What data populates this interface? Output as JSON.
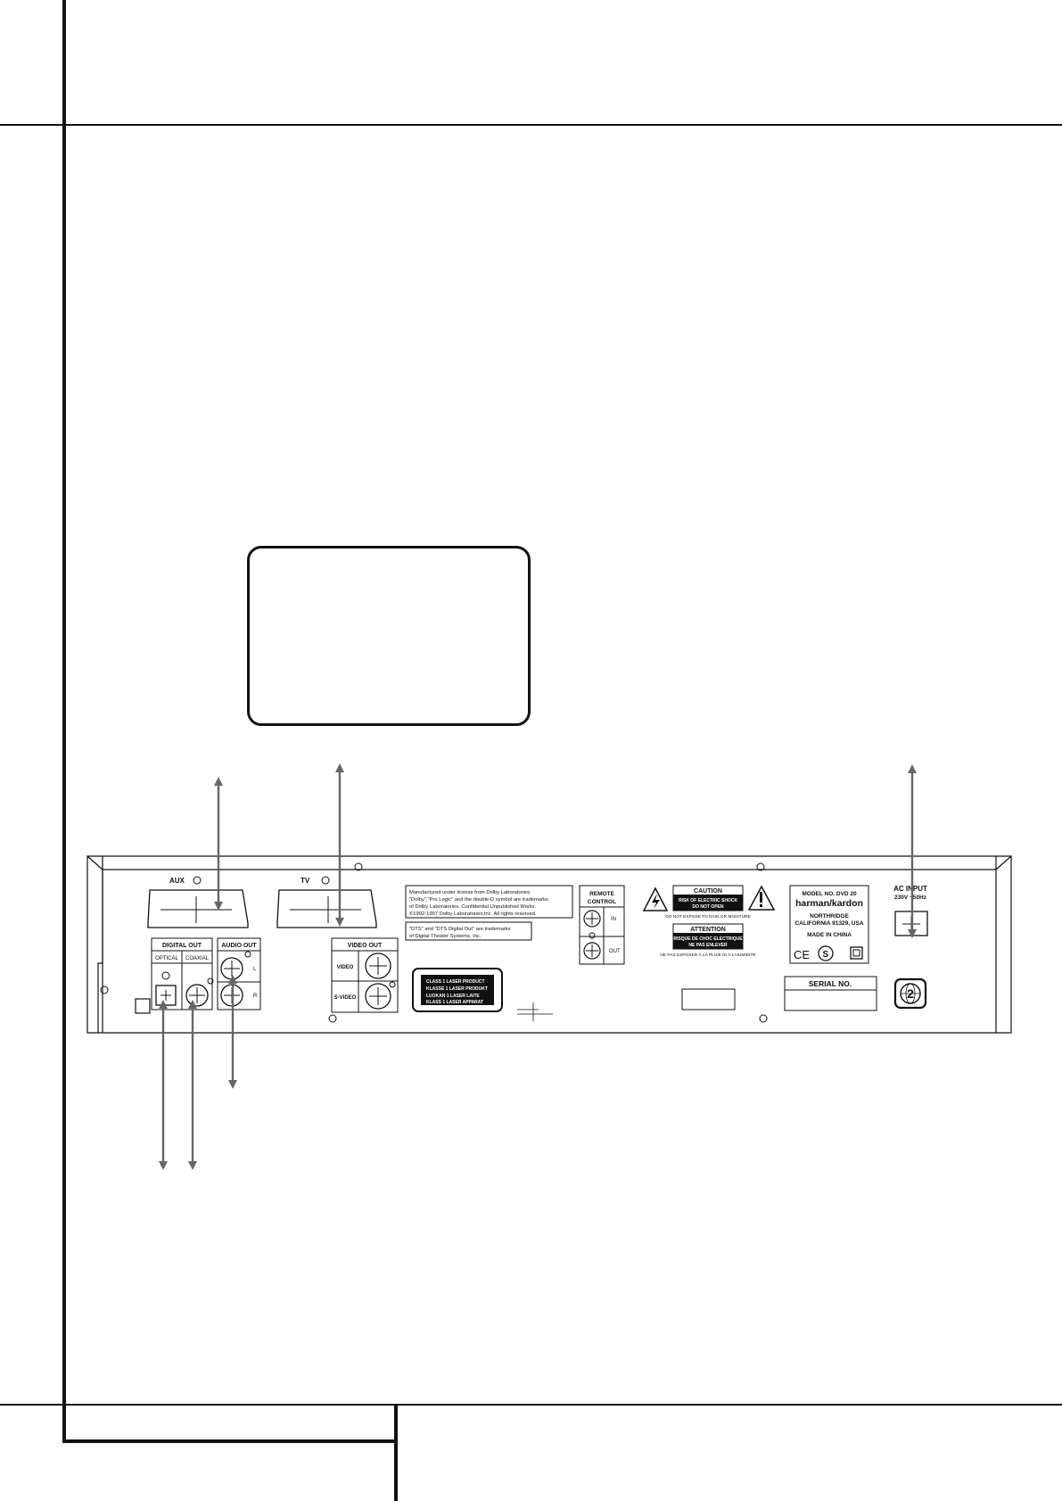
{
  "panel": {
    "aux_label": "AUX",
    "tv_label": "TV",
    "digital_out": {
      "header": "DIGITAL OUT",
      "optical": "OPTICAL",
      "coaxial": "COAXIAL"
    },
    "audio_out": {
      "header": "AUDIO OUT",
      "left": "L",
      "right": "R"
    },
    "video_out": {
      "header": "VIDEO OUT",
      "video": "VIDEO",
      "svideo": "S-VIDEO"
    },
    "dolby_notice": [
      "Manufactured under license from Dolby Laboratories.",
      "\"Dolby\",\"Pro Logic\" and the double-D symbol are trademarks",
      "of Dolby Laboratories.  Confidential Unpublished Works.",
      "©1992-1997 Dolby Laboratories,Inc. All rights reserved."
    ],
    "dts_notice": [
      "\"DTS\" and \"DTS Digital Out\" are trademarks",
      "of Digital Theater Systems, Inc."
    ],
    "laser_label": [
      "CLASS 1  LASER PRODUCT",
      "KLASSE 1  LASER PRODUKT",
      "LUOKAN 1  LASER LAITE",
      "KLASS 1  LASER APPARAT"
    ],
    "remote": {
      "title_line1": "REMOTE",
      "title_line2": "CONTROL",
      "in": "IN",
      "out": "OUT"
    },
    "caution": {
      "title": "CAUTION",
      "line1": "RISK OF ELECTRIC SHOCK",
      "line2": "DO NOT OPEN",
      "note": "DO NOT EXPOSE TO RAIN OR MOISTURE"
    },
    "attention": {
      "title": "ATTENTION",
      "line1": "RISQUE DE CHOC ELECTRIQUE",
      "line2": "NE PAS ENLEVER",
      "note": "NE PAS EXPOSER À LA PLUIE NI À L'HUMIDITÉ"
    },
    "model": {
      "model_no": "MODEL NO. DVD 20",
      "brand": "harman/kardon",
      "city": "NORTHRIDGE",
      "state": "CALIFORNIA 91329, USA",
      "made_in": "MADE IN CHINA"
    },
    "ac_input": {
      "line1": "AC INPUT",
      "line2": "230V ~50Hz"
    },
    "serial_label": "SERIAL NO.",
    "region_code": "2"
  }
}
